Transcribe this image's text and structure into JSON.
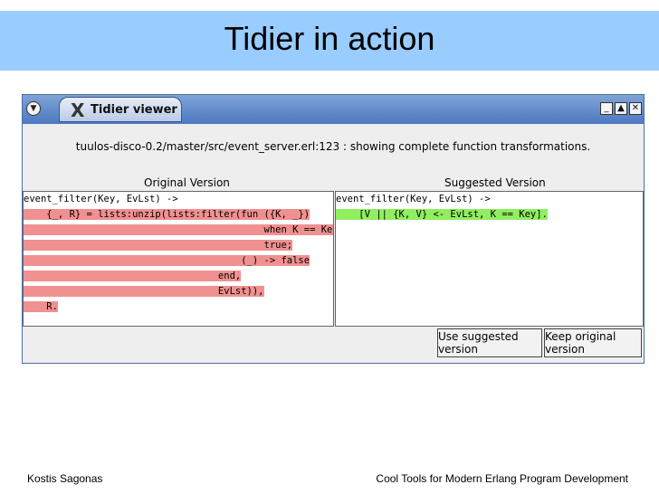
{
  "slide": {
    "title": "Tidier in action",
    "footer_left": "Kostis Sagonas",
    "footer_right": "Cool Tools for Modern Erlang Program Development",
    "header_color": "#99ccff"
  },
  "window": {
    "title": "Tidier viewer",
    "status": "tuulos-disco-0.2/master/src/event_server.erl:123 : showing complete function transformations.",
    "original_label": "Original Version",
    "suggested_label": "Suggested Version",
    "menu_icon": "menu-arrow-icon",
    "minimize_icon": "minimize-icon",
    "maximize_icon": "maximize-icon",
    "close_icon": "close-icon"
  },
  "original_code": [
    {
      "text": "event_filter(Key, EvLst) ->",
      "highlight": ""
    },
    {
      "text": "    {_, R} = lists:unzip(lists:filter(fun ({K, _})",
      "highlight": "red"
    },
    {
      "text": "                                          when K == Key ->",
      "highlight": "red"
    },
    {
      "text": "                                          true;",
      "highlight": "red"
    },
    {
      "text": "                                      (_) -> false",
      "highlight": "red"
    },
    {
      "text": "                                  end,",
      "highlight": "red"
    },
    {
      "text": "                                  EvLst)),",
      "highlight": "red"
    },
    {
      "text": "    R.",
      "highlight": "red"
    }
  ],
  "suggested_code": [
    {
      "text": "event_filter(Key, EvLst) ->",
      "highlight": ""
    },
    {
      "text": "    [V || {K, V} <- EvLst, K == Key].",
      "highlight": "green"
    }
  ],
  "buttons": {
    "use": "Use suggested version",
    "keep": "Keep original version"
  },
  "colors": {
    "removed": "#f09090",
    "added": "#90ee60"
  }
}
